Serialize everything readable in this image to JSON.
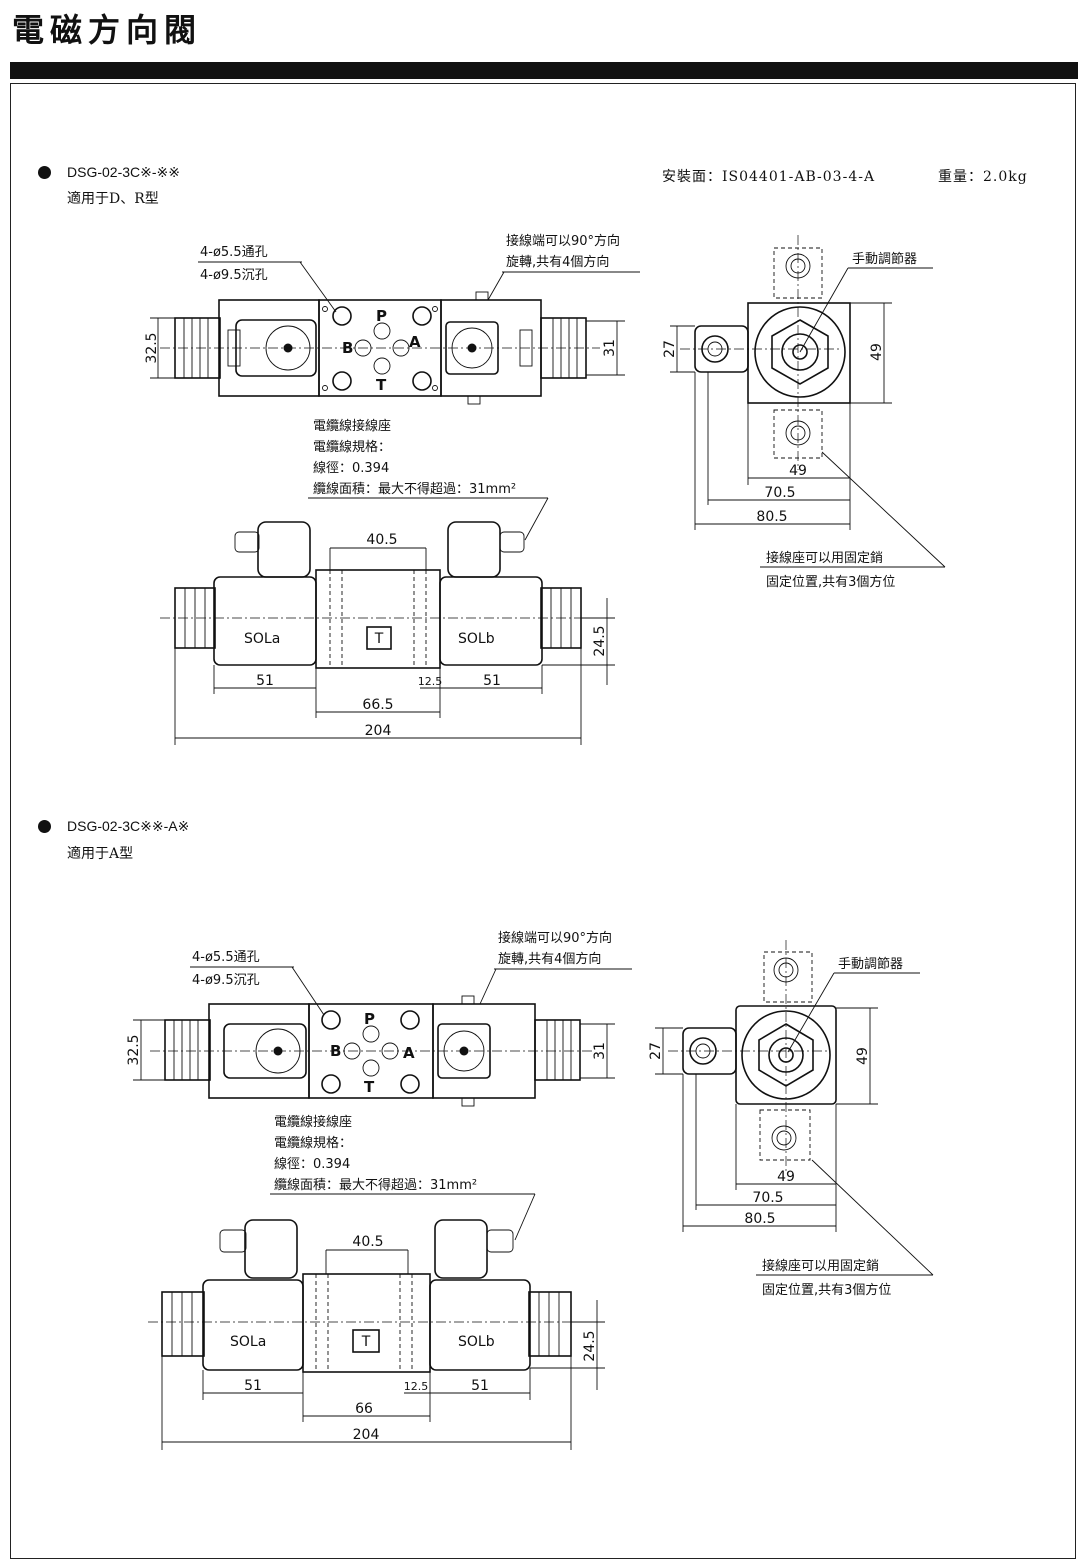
{
  "page": {
    "title": "電磁方向閥"
  },
  "spec": {
    "mount_label": "安裝面：",
    "mount_value": "IS04401-AB-03-4-A",
    "weight_label": "重量：",
    "weight_value": "2.0kg"
  },
  "labels": {
    "port_p": "P",
    "port_a": "A",
    "port_b": "B",
    "port_t": "T",
    "port_t_box": "T",
    "sol_a": "SOLa",
    "sol_b": "SOLb",
    "holes_through": "4-ø5.5通孔",
    "holes_counterbore": "4-ø9.5沉孔",
    "terminal_rotate_1": "接線端可以90°方向",
    "terminal_rotate_2": "旋轉,共有4個方向",
    "cable_1": "電纜線接線座",
    "cable_2": "電纜線規格：",
    "cable_3": "線徑：0.394",
    "cable_4": "纜線面積：最大不得超過：31mm²",
    "manual_override": "手動調節器",
    "connector_pin_1": "接線座可以用固定銷",
    "connector_pin_2": "固定位置,共有3個方位"
  },
  "sections": [
    {
      "model": "DSG-02-3C※-※※",
      "applicable": "適用于D、R型",
      "dims": {
        "d32_5": "32.5",
        "d31": "31",
        "d27": "27",
        "d49": "49",
        "d49b": "49",
        "d70_5": "70.5",
        "d80_5": "80.5",
        "d40_5": "40.5",
        "d24_5": "24.5",
        "d51a": "51",
        "d12_5": "12.5",
        "d51b": "51",
        "d_mid": "66.5",
        "d204": "204"
      }
    },
    {
      "model": "DSG-02-3C※※-A※",
      "applicable": "適用于A型",
      "dims": {
        "d32_5": "32.5",
        "d31": "31",
        "d27": "27",
        "d49": "49",
        "d49b": "49",
        "d70_5": "70.5",
        "d80_5": "80.5",
        "d40_5": "40.5",
        "d24_5": "24.5",
        "d51a": "51",
        "d12_5": "12.5",
        "d51b": "51",
        "d_mid": "66",
        "d204": "204"
      }
    }
  ]
}
